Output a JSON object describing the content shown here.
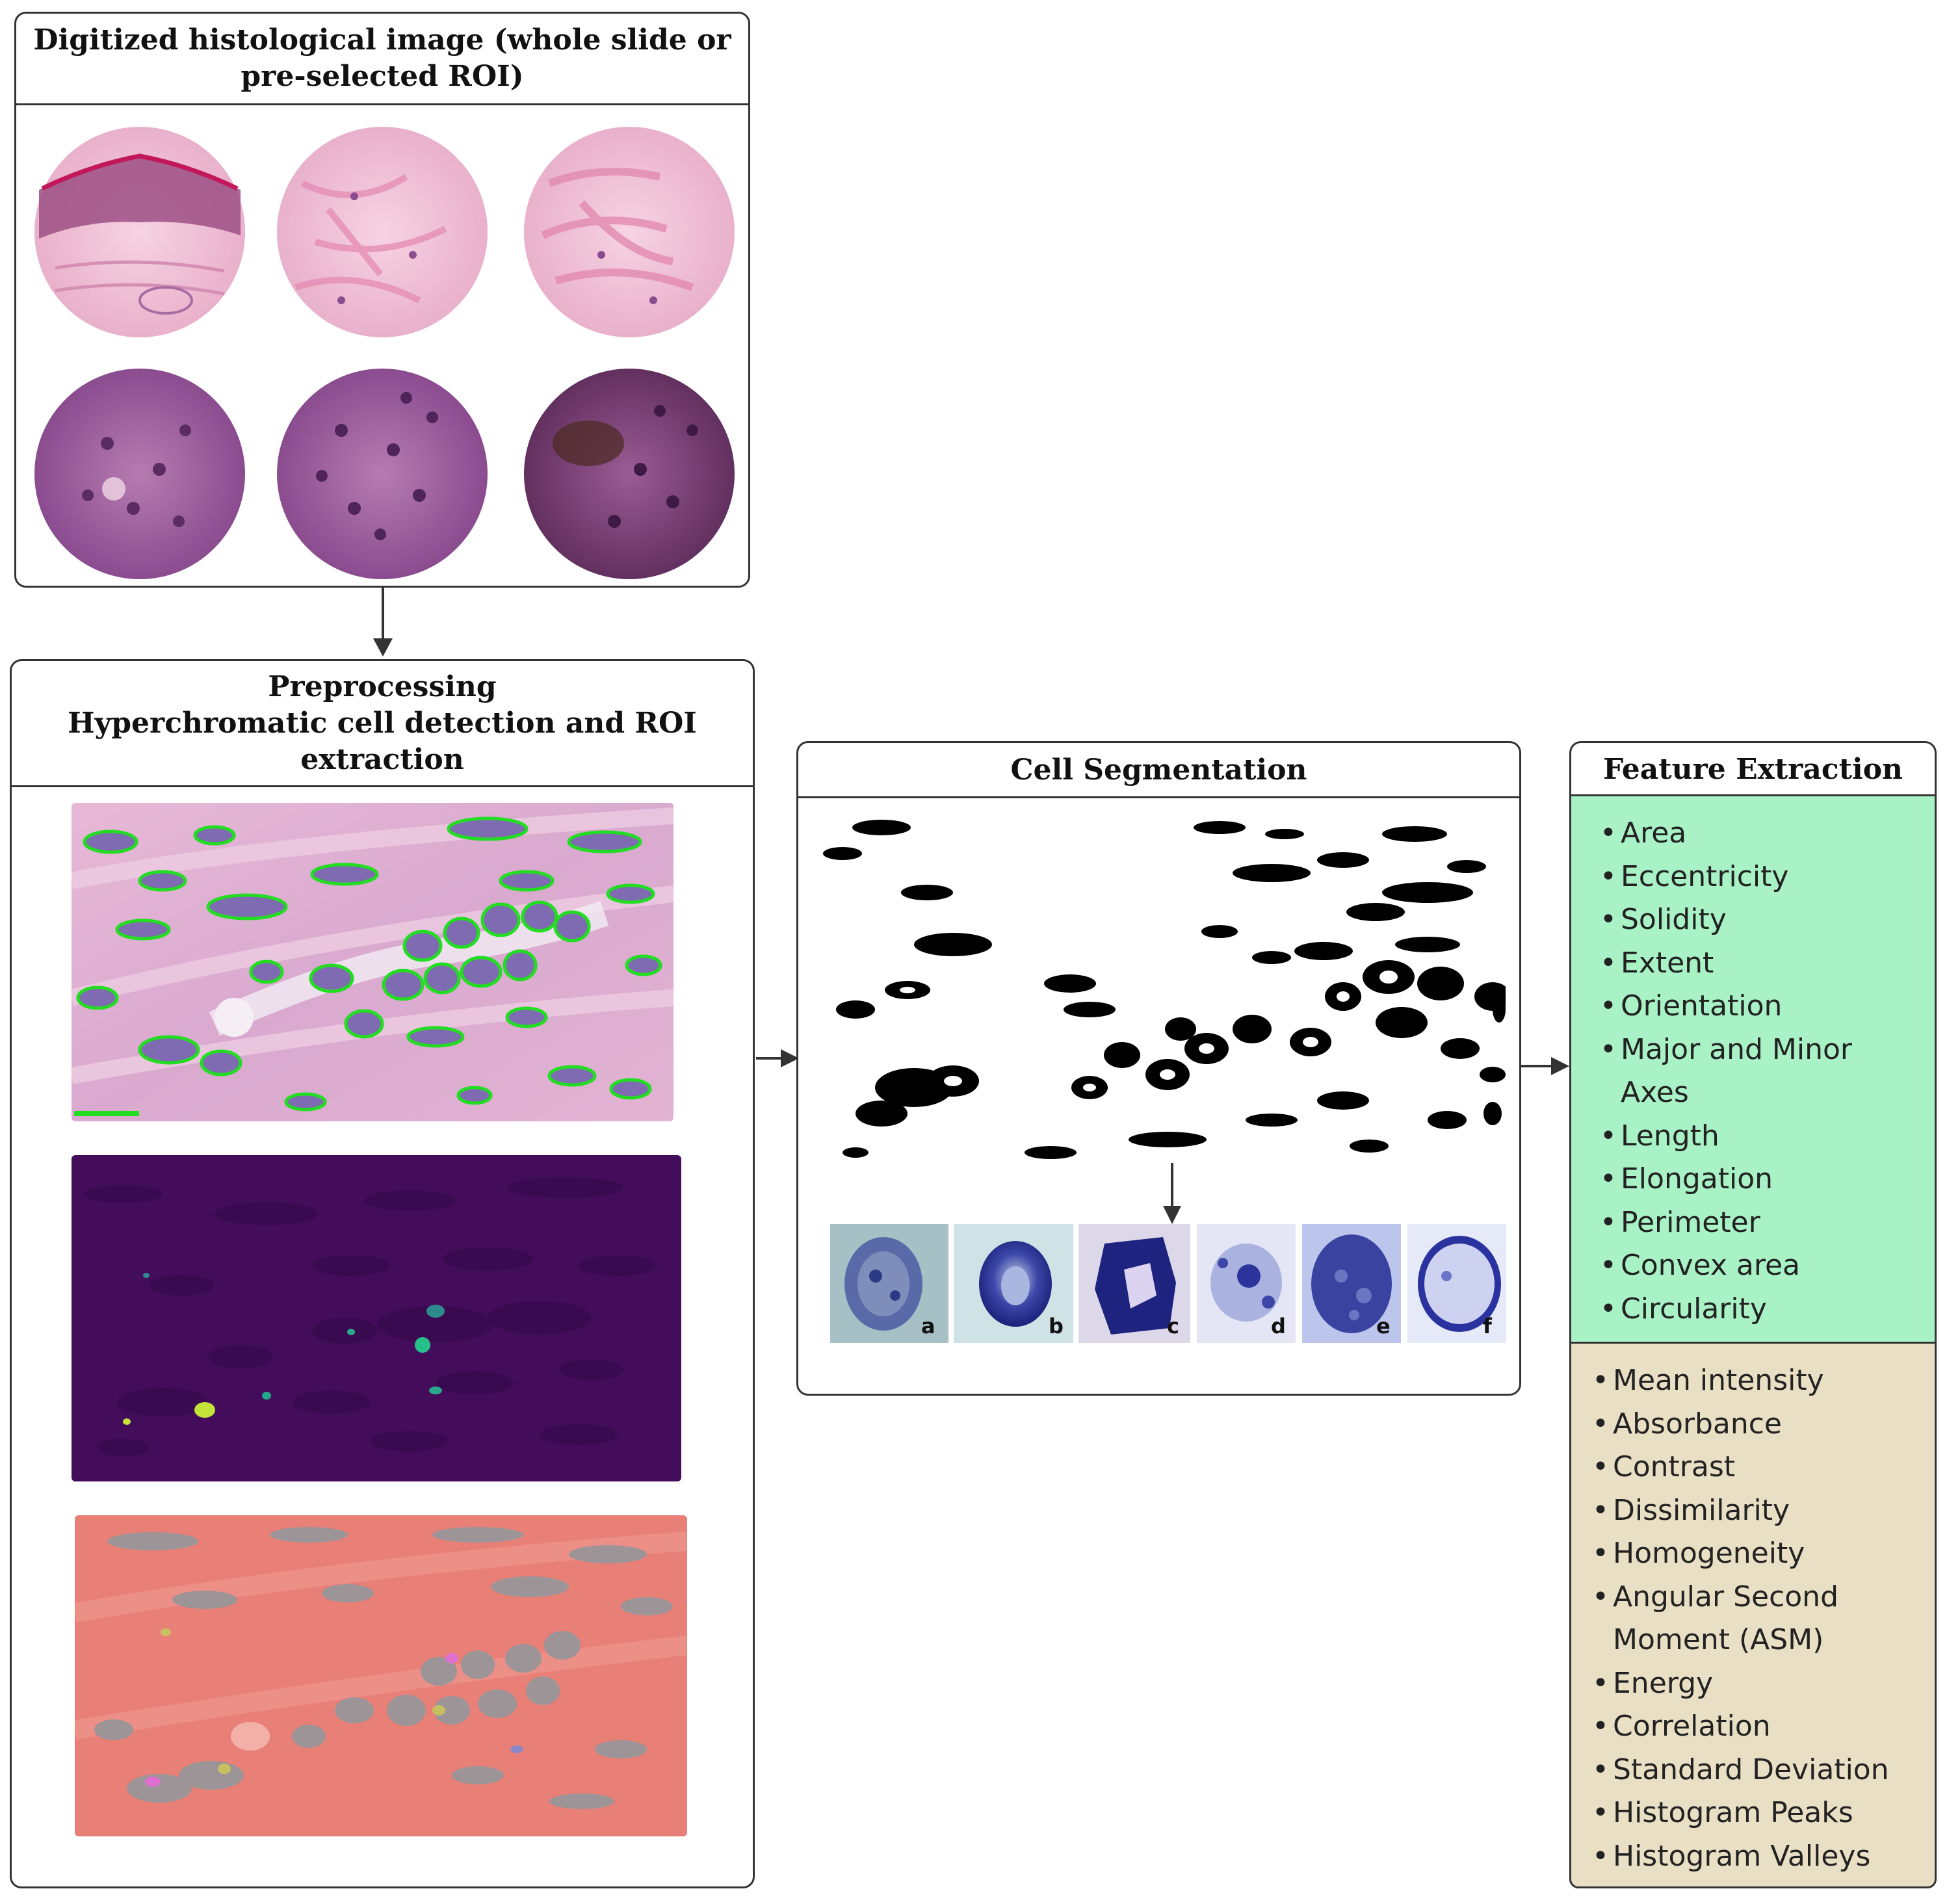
{
  "boxes": {
    "histology_title_line1": "Digitized histological image (whole slide or",
    "histology_title_line2": "pre-selected ROI)",
    "preprocessing_title_line1": "Preprocessing",
    "preprocessing_title_line2": "Hyperchromatic cell detection and ROI",
    "preprocessing_title_line3": "extraction",
    "segmentation_title": "Cell Segmentation",
    "feature_title": "Feature Extraction"
  },
  "cell_crop_labels": [
    "a",
    "b",
    "c",
    "d",
    "e",
    "f"
  ],
  "shape_features": [
    "Area",
    "Eccentricity",
    "Solidity",
    "Extent",
    "Orientation",
    "Major and Minor",
    "Axes",
    "Length",
    "Elongation",
    "Perimeter",
    "Convex area",
    "Circularity"
  ],
  "texture_features": [
    "Mean intensity",
    "Absorbance",
    "Contrast",
    "Dissimilarity",
    "Homogeneity",
    "Angular Second",
    "Moment (ASM)",
    "Energy",
    "Correlation",
    "Standard Deviation",
    "Histogram Peaks",
    "Histogram Valleys"
  ],
  "colors": {
    "border": "#333333",
    "shape_bg": "#a8f2c6",
    "texture_bg": "#e9dfc4",
    "he_pink": "#e8b4cf",
    "he_purple": "#9a5a9c",
    "viridis_dark": "#440d5c",
    "overlay_salmon": "#e98078",
    "contour_green": "#22dd22"
  },
  "icons": {
    "arrow": "arrow-icon",
    "bullet": "•"
  }
}
